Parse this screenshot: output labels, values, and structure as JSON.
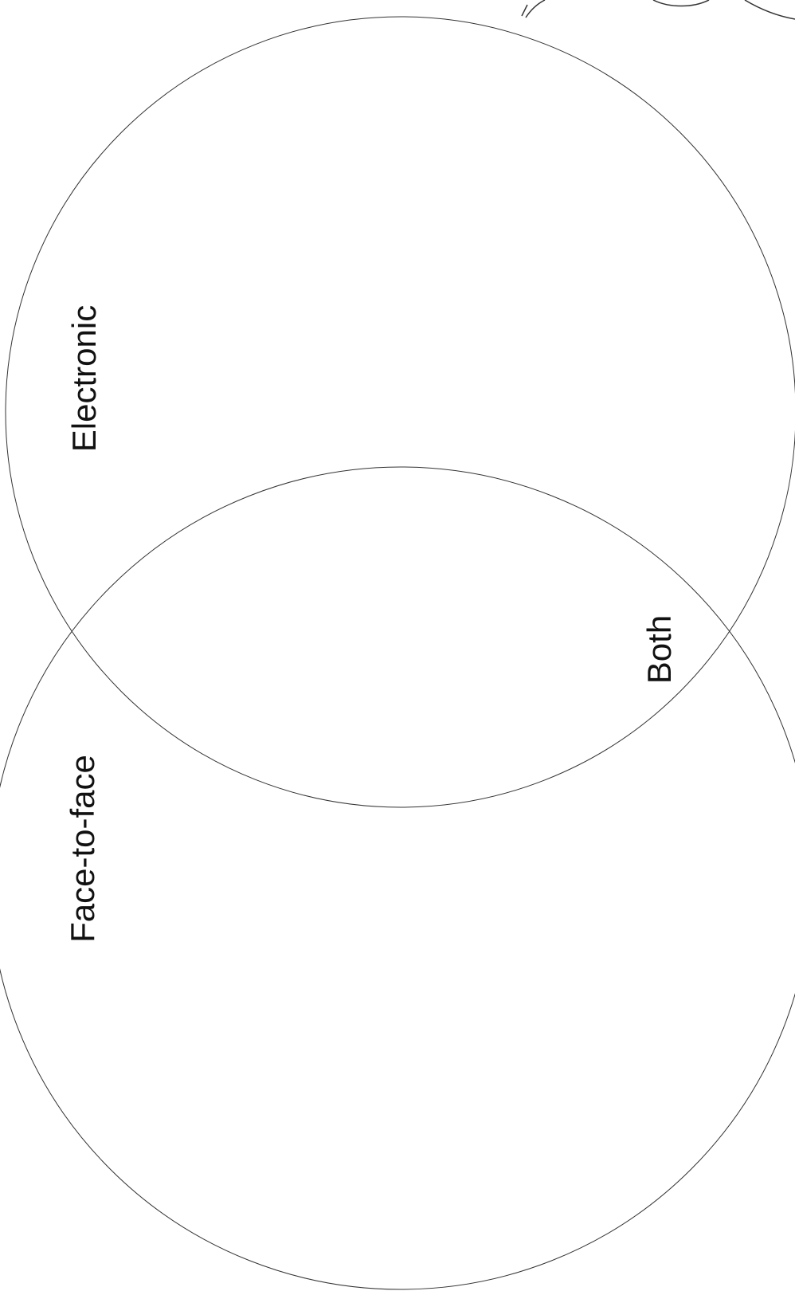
{
  "diagram": {
    "type": "venn",
    "sets": [
      {
        "id": "electronic",
        "label": "Electronic"
      },
      {
        "id": "face-to-face",
        "label": "Face-to-face"
      }
    ],
    "intersection": {
      "label": "Both"
    },
    "colors": {
      "stroke": "#333333",
      "text": "#111111",
      "background": "#ffffff"
    }
  }
}
